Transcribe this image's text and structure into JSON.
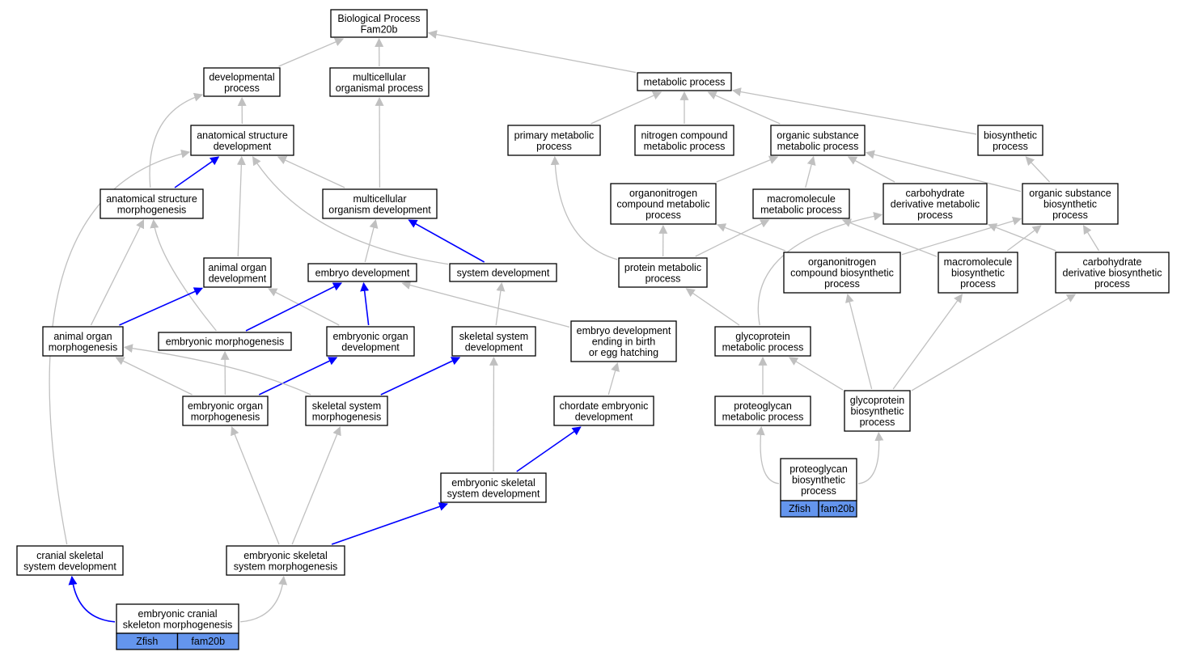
{
  "colors": {
    "background": "#ffffff",
    "node_border": "#000000",
    "node_fill": "#ffffff",
    "edge_is_a": "#c0c0c0",
    "edge_part_of": "#0000ff",
    "annotation_fill": "#6495ed"
  },
  "nodes": {
    "bp": {
      "lines": [
        "Biological Process",
        "Fam20b"
      ]
    },
    "devproc": {
      "lines": [
        "developmental",
        "process"
      ]
    },
    "multiproc": {
      "lines": [
        "multicellular",
        "organismal process"
      ]
    },
    "metab": {
      "lines": [
        "metabolic process"
      ]
    },
    "asd": {
      "lines": [
        "anatomical structure",
        "development"
      ]
    },
    "pmp": {
      "lines": [
        "primary metabolic",
        "process"
      ]
    },
    "ncmp": {
      "lines": [
        "nitrogen compound",
        "metabolic process"
      ]
    },
    "osmp": {
      "lines": [
        "organic substance",
        "metabolic process"
      ]
    },
    "biosyn": {
      "lines": [
        "biosynthetic",
        "process"
      ]
    },
    "asm": {
      "lines": [
        "anatomical structure",
        "morphogenesis"
      ]
    },
    "mod": {
      "lines": [
        "multicellular",
        "organism development"
      ]
    },
    "oncmp": {
      "lines": [
        "organonitrogen",
        "compound metabolic",
        "process"
      ]
    },
    "mmp": {
      "lines": [
        "macromolecule",
        "metabolic process"
      ]
    },
    "cdmp": {
      "lines": [
        "carbohydrate",
        "derivative metabolic",
        "process"
      ]
    },
    "osbp": {
      "lines": [
        "organic substance",
        "biosynthetic",
        "process"
      ]
    },
    "aod": {
      "lines": [
        "animal organ",
        "development"
      ]
    },
    "ed": {
      "lines": [
        "embryo development"
      ]
    },
    "sd": {
      "lines": [
        "system development"
      ]
    },
    "protmp": {
      "lines": [
        "protein metabolic",
        "process"
      ]
    },
    "oncbp": {
      "lines": [
        "organonitrogen",
        "compound biosynthetic",
        "process"
      ]
    },
    "mbp": {
      "lines": [
        "macromolecule",
        "biosynthetic",
        "process"
      ]
    },
    "cdbp": {
      "lines": [
        "carbohydrate",
        "derivative biosynthetic",
        "process"
      ]
    },
    "aom": {
      "lines": [
        "animal organ",
        "morphogenesis"
      ]
    },
    "em": {
      "lines": [
        "embryonic morphogenesis"
      ]
    },
    "eod": {
      "lines": [
        "embryonic organ",
        "development"
      ]
    },
    "ssd": {
      "lines": [
        "skeletal system",
        "development"
      ]
    },
    "edbirth": {
      "lines": [
        "embryo development",
        "ending in birth",
        "or egg hatching"
      ]
    },
    "gpmp": {
      "lines": [
        "glycoprotein",
        "metabolic process"
      ]
    },
    "eom": {
      "lines": [
        "embryonic organ",
        "morphogenesis"
      ]
    },
    "ssm": {
      "lines": [
        "skeletal system",
        "morphogenesis"
      ]
    },
    "ced": {
      "lines": [
        "chordate embryonic",
        "development"
      ]
    },
    "pgmp": {
      "lines": [
        "proteoglycan",
        "metabolic process"
      ]
    },
    "gpbp": {
      "lines": [
        "glycoprotein",
        "biosynthetic",
        "process"
      ]
    },
    "essd": {
      "lines": [
        "embryonic skeletal",
        "system development"
      ]
    },
    "pgbp": {
      "lines": [
        "proteoglycan",
        "biosynthetic",
        "process"
      ],
      "tags": [
        "Zfish",
        "fam20b"
      ]
    },
    "csd": {
      "lines": [
        "cranial skeletal",
        "system development"
      ]
    },
    "essm": {
      "lines": [
        "embryonic skeletal",
        "system morphogenesis"
      ]
    },
    "ecsm": {
      "lines": [
        "embryonic cranial",
        "skeleton morphogenesis"
      ],
      "tags": [
        "Zfish",
        "fam20b"
      ]
    }
  }
}
